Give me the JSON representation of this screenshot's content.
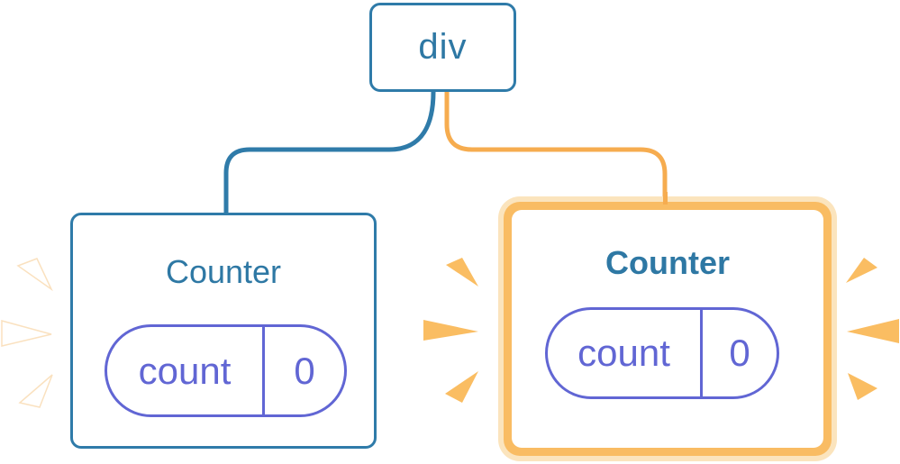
{
  "root_node": {
    "label": "div"
  },
  "counters": [
    {
      "title": "Counter",
      "state_label": "count",
      "state_value": "0",
      "highlighted": false
    },
    {
      "title": "Counter",
      "state_label": "count",
      "state_value": "0",
      "highlighted": true
    }
  ],
  "colors": {
    "blue": "#2F7BA9",
    "blue_text": "#2E78A4",
    "purple": "#6166D4",
    "orange_border": "#F9BC63",
    "orange_glow": "#FBE4BD",
    "orange_line": "#F6AC4F",
    "spark_orange": "#FABD62",
    "spark_white": "#FFFFFF"
  }
}
